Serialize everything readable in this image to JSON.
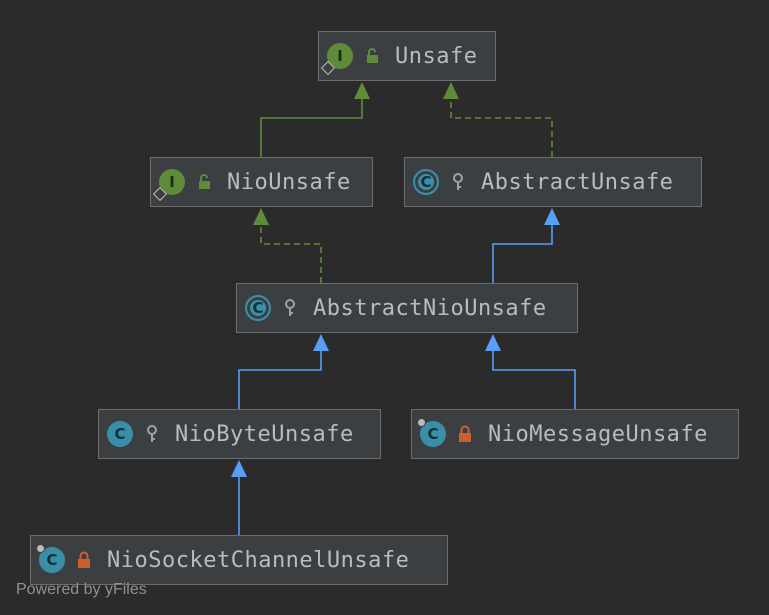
{
  "colors": {
    "background": "#2b2b2b",
    "node_fill": "#3c3f41",
    "node_border": "#6d6d6d",
    "text": "#bbbbbb",
    "interface_icon": "#5f8c3b",
    "class_icon": "#3a8fa8",
    "extends_edge": "#589df6",
    "implements_edge": "#5f8c3b",
    "private_lock": "#cc5f2e",
    "package_key": "#a0a0a0"
  },
  "nodes": [
    {
      "id": "unsafe",
      "label": "Unsafe",
      "kind": "interface",
      "kind_letter": "I",
      "visibility": "public",
      "visibility_icon": "unlocked-padlock-icon"
    },
    {
      "id": "nio-unsafe",
      "label": "NioUnsafe",
      "kind": "interface",
      "kind_letter": "I",
      "visibility": "public",
      "visibility_icon": "unlocked-padlock-icon"
    },
    {
      "id": "abstract-unsafe",
      "label": "AbstractUnsafe",
      "kind": "abstract-class",
      "kind_letter": "C",
      "visibility": "package-private",
      "visibility_icon": "key-icon"
    },
    {
      "id": "abstract-nio-unsafe",
      "label": "AbstractNioUnsafe",
      "kind": "abstract-class",
      "kind_letter": "C",
      "visibility": "package-private",
      "visibility_icon": "key-icon"
    },
    {
      "id": "nio-byte-unsafe",
      "label": "NioByteUnsafe",
      "kind": "class",
      "kind_letter": "C",
      "visibility": "package-private",
      "visibility_icon": "key-icon"
    },
    {
      "id": "nio-message-unsafe",
      "label": "NioMessageUnsafe",
      "kind": "final-class",
      "kind_letter": "C",
      "visibility": "private",
      "visibility_icon": "padlock-icon"
    },
    {
      "id": "nio-socket-channel-unsafe",
      "label": "NioSocketChannelUnsafe",
      "kind": "final-class",
      "kind_letter": "C",
      "visibility": "private",
      "visibility_icon": "padlock-icon"
    }
  ],
  "edges": [
    {
      "from": "nio-unsafe",
      "to": "unsafe",
      "type": "extends-interface"
    },
    {
      "from": "abstract-unsafe",
      "to": "unsafe",
      "type": "implements"
    },
    {
      "from": "abstract-nio-unsafe",
      "to": "nio-unsafe",
      "type": "implements"
    },
    {
      "from": "abstract-nio-unsafe",
      "to": "abstract-unsafe",
      "type": "extends"
    },
    {
      "from": "nio-byte-unsafe",
      "to": "abstract-nio-unsafe",
      "type": "extends"
    },
    {
      "from": "nio-message-unsafe",
      "to": "abstract-nio-unsafe",
      "type": "extends"
    },
    {
      "from": "nio-socket-channel-unsafe",
      "to": "nio-byte-unsafe",
      "type": "extends"
    }
  ],
  "footer": "Powered by yFiles"
}
